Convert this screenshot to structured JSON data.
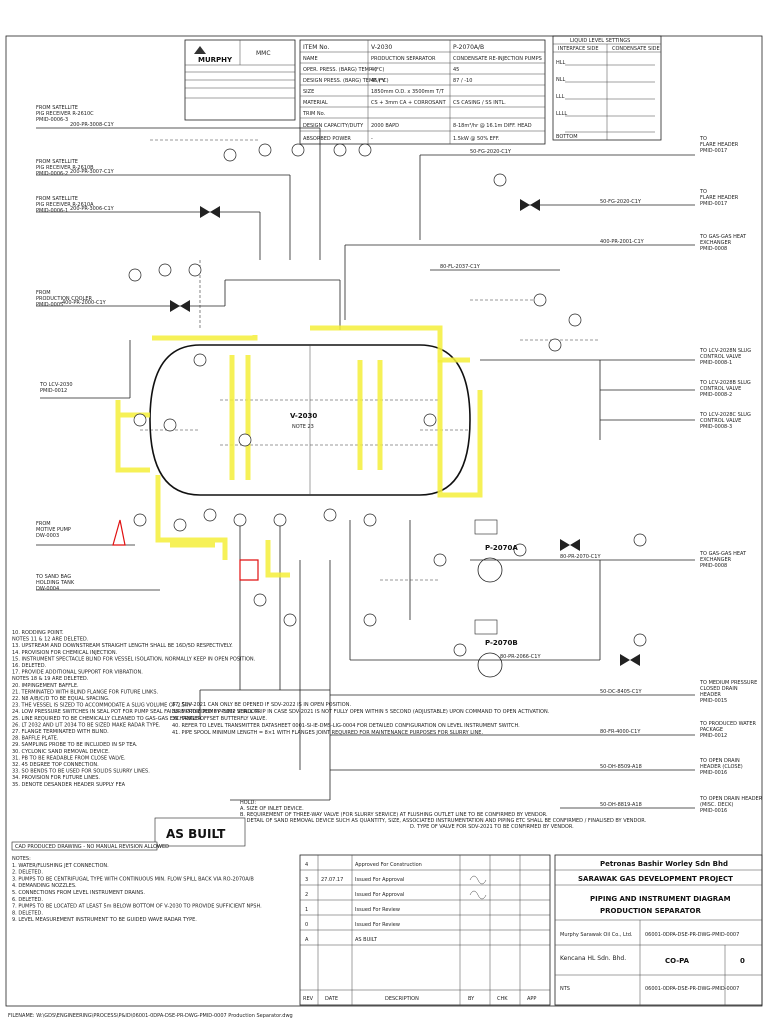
{
  "header": {
    "client_logo": "MURPHY",
    "consultant": "MMC",
    "item_table": {
      "columns": [
        "ITEM No.",
        "V-2030",
        "P-2070A/B"
      ],
      "rows": [
        [
          "NAME",
          "PRODUCTION SEPARATOR",
          "CONDENSATE RE-INJECTION PUMPS"
        ],
        [
          "OPER. PRESS. (BARG)  TEMP. (°C)",
          "40",
          "45"
        ],
        [
          "DESIGN PRESS. (BARG)  TEMP. (°C)",
          "45/FV",
          "87 / -10"
        ],
        [
          "SIZE",
          "1850mm O.D. x 3500mm T/T",
          ""
        ],
        [
          "MATERIAL",
          "CS + 3mm CA + CORROSANT",
          "CS CASING / SS INTL."
        ],
        [
          "TRIM No.",
          "",
          ""
        ],
        [
          "DESIGN CAPACITY/DUTY",
          "2000 BAPD",
          "8-18m³/hr @ 16.1m DIFF. HEAD"
        ],
        [
          "ABSORBED POWER",
          "-",
          "1.5kW @ 50% EFF."
        ]
      ]
    },
    "liquid_table": {
      "title": "LIQUID LEVEL SETTINGS",
      "columns": [
        "INTERFACE SIDE",
        "CONDENSATE SIDE"
      ],
      "rows": [
        "HLL",
        "NLL",
        "LLL",
        "LLLL",
        "BOTTOM"
      ]
    }
  },
  "vessel": {
    "tag": "V-2030",
    "note": "NOTE 23"
  },
  "pumps": {
    "a": "P-2070A",
    "b": "P-2070B"
  },
  "left_labels": [
    {
      "lines": [
        "FROM SATELLITE",
        "PIG RECEIVER R-2610C",
        "PMID-0006-3"
      ]
    },
    {
      "lines": [
        "FROM SATELLITE",
        "PIG RECEIVER R-2610B",
        "PMID-0006-2"
      ]
    },
    {
      "lines": [
        "FROM SATELLITE",
        "PIG RECEIVER R-2610A",
        "PMID-0006-1"
      ]
    },
    {
      "lines": [
        "FROM",
        "PRODUCTION COOLER",
        "PMID-0005"
      ]
    },
    {
      "lines": [
        "TO LCV-2030",
        "PMID-0012"
      ]
    },
    {
      "lines": [
        "FROM",
        "MOTIVE PUMP",
        "DW-0003"
      ]
    },
    {
      "lines": [
        "TO SAND BAG",
        "HOLDING TANK",
        "DW-0004"
      ]
    }
  ],
  "line_numbers": {
    "l1": "200-PR-3008-C1Y",
    "l2": "200-PR-3007-C1Y",
    "l3": "200-PR-3006-C1Y",
    "l4": "400-PR-2000-C1Y",
    "l5": "50-FG-2020-C1Y",
    "l6": "80-FL-2037-C1Y",
    "l7": "400-PR-2001-C1Y",
    "l8": "80-PR-2070-C1Y",
    "l9": "80-PR-2066-C1Y",
    "l10": "50-DC-8405-C1Y",
    "l11": "80-FR-4000-C1Y",
    "l12": "50-DH-8509-A18",
    "l13": "50-DH-8819-A18"
  },
  "right_labels": [
    {
      "lines": [
        "TO",
        "FLARE HEADER",
        "PMID-0017"
      ]
    },
    {
      "lines": [
        "TO",
        "FLARE HEADER",
        "PMID-0017"
      ]
    },
    {
      "lines": [
        "TO GAS-GAS HEAT",
        "EXCHANGER",
        "PMID-0008"
      ]
    },
    {
      "lines": [
        "TO LCV-2028N SLUG",
        "CONTROL VALVE",
        "PMID-0008-1"
      ]
    },
    {
      "lines": [
        "TO LCV-2028B SLUG",
        "CONTROL VALVE",
        "PMID-0008-2"
      ]
    },
    {
      "lines": [
        "TO LCV-2028C SLUG",
        "CONTROL VALVE",
        "PMID-0008-3"
      ]
    },
    {
      "lines": [
        "TO GAS-GAS HEAT",
        "EXCHANGER",
        "PMID-0008"
      ]
    },
    {
      "lines": [
        "TO MEDIUM PRESSURE",
        "CLOSED DRAIN",
        "HEADER",
        "PMID-0015"
      ]
    },
    {
      "lines": [
        "TO PRODUCED WATER",
        "PACKAGE",
        "PMID-0012"
      ]
    },
    {
      "lines": [
        "TO OPEN DRAIN",
        "HEADER (CLOSE)",
        "PMID-0016"
      ]
    },
    {
      "lines": [
        "TO OPEN DRAIN HEADER",
        "(MISC. DECK)",
        "PMID-0016"
      ]
    }
  ],
  "notes_upper": [
    "10. RODDING POINT.",
    "NOTES 11 & 12 ARE DELETED.",
    "13. UPSTREAM AND DOWNSTREAM STRAIGHT LENGTH SHALL BE 16D/5D RESPECTIVELY.",
    "14. PROVISION FOR CHEMICAL INJECTION.",
    "15. INSTRUMENT SPECTACLE BLIND FOR VESSEL ISOLATION, NORMALLY KEEP IN OPEN POSITION.",
    "16. DELETED.",
    "17. PROVIDE ADDITIONAL SUPPORT FOR VIBRATION.",
    "NOTES 18 & 19 ARE DELETED.",
    "20. IMPINGEMENT BAFFLE.",
    "21. TERMINATED WITH BLIND FLANGE FOR FUTURE LINKS.",
    "22. N8 A/B/C/D TO BE EQUAL SPACING.",
    "23. THE VESSEL IS SIZED TO ACCOMMODATE A SLUG VOLUME OF 2.5m³",
    "24. LOW PRESSURE SWITCHES IN SEAL POT FOR PUMP SEAL FAILURE PROVIDED BY PUMP VENDOR.",
    "25. LINE REQUIRED TO BE CHEMICALLY CLEANED TO GAS-GAS EXCHANGER.",
    "26. LT 2032 AND LIT 2034 TO BE SIZED MAKE RADAR TYPE.",
    "27. FLANGE TERMINATED WITH BLIND.",
    "28. BAFFLE PLATE.",
    "29. SAMPLING PROBE TO BE INCLUDED IN SP TEA.",
    "30. CYCLONIC SAND REMOVAL DEVICE.",
    "31. PB TO BE READABLE FROM CLOSE VALVE.",
    "32. 45 DEGREE TOP CONNECTION.",
    "33. SO BENDS TO BE USED FOR SOLIDS SLURRY LINES.",
    "34. PROVISION FOR FUTURE LINES.",
    "35. DENOTE DESANDER HEADER SUPPLY FEA"
  ],
  "notes_mid": [
    "37. SDV-2021 CAN ONLY BE OPENED IF SDV-2022 IS IN OPEN POSITION.",
    "38. MOTIVE PUMP P-3002 SHALL TRIP IN CASE SDV-2021 IS NOT FULLY OPEN WITHIN 5 SECOND (ADJUSTABLE) UPON COMMAND TO OPEN ACTIVATION.",
    "39. TRIPLE OFFSET BUTTERFLY VALVE.",
    "40. REFER TO LEVEL TRANSMITTER DATASHEET 0001-SI-IE-DMS-LIG-0004 FOR DETAILED CONFIGURATION ON LEVEL INSTRUMENT SWITCH.",
    "41. PIPE SPOOL MINIMUM LENGTH = 8×1 WITH FLANGES JOINT REQUIRED FOR MAINTENANCE PURPOSES FOR SLURRY LINE."
  ],
  "notes_hold": [
    "HOLD:",
    "A. SIZE OF INLET DEVICE.",
    "B. REQUIREMENT OF THREE-WAY VALVE (FOR SLURRY SERVICE) AT FLUSHING OUTLET LINE TO BE CONFIRMED BY VENDOR.",
    "C. DETAIL OF SAND REMOVAL DEVICE SUCH AS QUANTITY, SIZE, ASSOCIATED INSTRUMENTATION AND PIPING ETC SHALL BE CONFIRMED / FINALISED BY VENDOR.",
    "D. TYPE OF VALVE FOR SDV-2021 TO BE CONFIRMED BY VENDOR."
  ],
  "notes_lower": [
    "NOTES:",
    "1. WATER/FLUSHING JET CONNECTION.",
    "2. DELETED.",
    "3. PUMPS TO BE CENTRIFUGAL TYPE WITH CONTINUOUS MIN. FLOW SPILL BACK VIA RO-2070A/B",
    "4. DEMANDING NOZZLES.",
    "5. CONNECTIONS FROM LEVEL INSTRUMENT DRAINS.",
    "6. DELETED.",
    "7. PUMPS TO BE LOCATED AT LEAST 5m BELOW BOTTOM OF V-2030 TO PROVIDE SUFFICIENT NPSH.",
    "8. DELETED.",
    "9. LEVEL MEASUREMENT INSTRUMENT TO BE GUIDED WAVE RADAR TYPE."
  ],
  "stamp": {
    "as_built": "AS BUILT",
    "cad": "CAD PRODUCED DRAWING - NO MANUAL REVISION ALLOWED"
  },
  "revisions": {
    "rows": [
      [
        "4",
        "",
        "Approved For Construction"
      ],
      [
        "3",
        "27.07.17",
        "Issued For Approval"
      ],
      [
        "2",
        "",
        "Issued For Approval"
      ],
      [
        "1",
        "",
        "Issued For Review"
      ],
      [
        "0",
        "",
        "Issued For Review"
      ],
      [
        "A",
        "",
        "AS BUILT"
      ]
    ],
    "cols": [
      "REV",
      "DATE",
      "DESCRIPTION",
      "BY",
      "CHK",
      "APP"
    ]
  },
  "title_block": {
    "company": "Petronas Bashir Worley Sdn Bhd",
    "project": "SARAWAK GAS DEVELOPMENT PROJECT",
    "drawing_title_1": "PIPING AND INSTRUMENT DIAGRAM",
    "drawing_title_2": "PRODUCTION SEPARATOR",
    "owner": "Murphy Sarawak Oil Co., Ltd.",
    "contractor": "Kencana HL Sdn. Bhd.",
    "drawing_no": "06001-0DPA-DSE-PR-DWG-PMID-0007",
    "sheet": "CO-PA",
    "rev": "0",
    "scale": "NTS"
  },
  "footer": "FILENAME: W:\\GDS\\ENGINEERING\\PROCESS\\P&ID\\06001-0DPA-DSE-PR-DWG-PMID-0007 Production Separator.dwg"
}
